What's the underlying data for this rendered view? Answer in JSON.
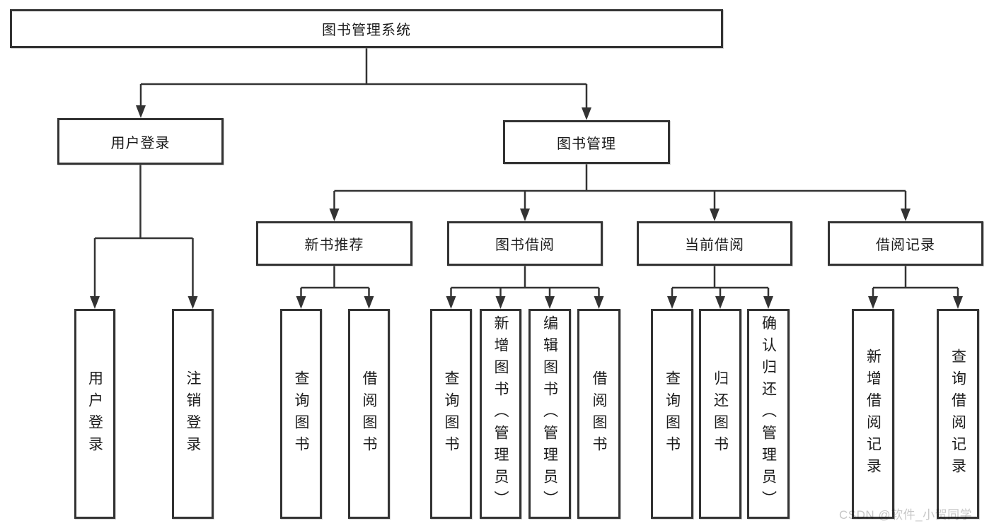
{
  "tree": {
    "root": {
      "label": "图书管理系统"
    },
    "branches": [
      {
        "label": "用户登录",
        "children": [
          {
            "label": "用户登录"
          },
          {
            "label": "注销登录"
          }
        ]
      },
      {
        "label": "图书管理",
        "children": [
          {
            "label": "新书推荐",
            "children": [
              {
                "label": "查询图书"
              },
              {
                "label": "借阅图书"
              }
            ]
          },
          {
            "label": "图书借阅",
            "children": [
              {
                "label": "查询图书"
              },
              {
                "label": "新增图书（管理员）"
              },
              {
                "label": "编辑图书（管理员）"
              },
              {
                "label": "借阅图书"
              }
            ]
          },
          {
            "label": "当前借阅",
            "children": [
              {
                "label": "查询图书"
              },
              {
                "label": "归还图书"
              },
              {
                "label": "确认归还（管理员）"
              }
            ]
          },
          {
            "label": "借阅记录",
            "children": [
              {
                "label": "新增借阅记录"
              },
              {
                "label": "查询借阅记录"
              }
            ]
          }
        ]
      }
    ]
  },
  "watermark": {
    "text": "CSDN @软件_小贺同学",
    "color": "#c7c7c7"
  },
  "colors": {
    "line": "#333333",
    "text": "#1c1c1c",
    "node_background": "#ffffff",
    "page_background": "#ffffff"
  }
}
